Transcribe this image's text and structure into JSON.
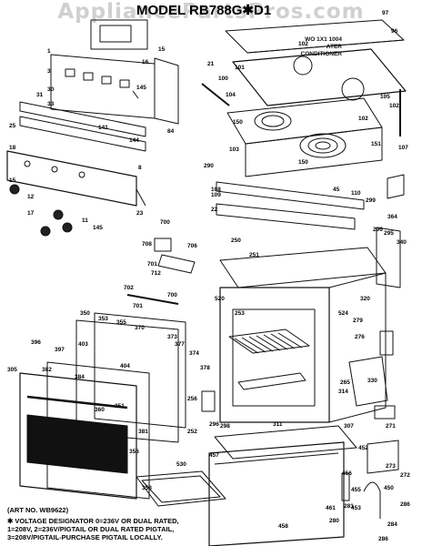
{
  "watermark": "AppliancePartsPros.com",
  "title": "MODEL RB788G✱D1",
  "conditioner_lines": [
    "WO 1X1 1004",
    "ATER",
    "CONDITIONER"
  ],
  "notes": {
    "art_no": "(ART NO. WB9622)",
    "line1": "✱ VOLTAGE DESIGNATOR 0=236V OR DUAL RATED,",
    "line2": "1=208V, 2=236V/PIGTAIL OR DUAL RATED PIGTAIL,",
    "line3": "3=208V/PIGTAIL-PURCHASE PIGTAIL LOCALLY."
  },
  "part_labels": [
    {
      "id": "l1",
      "text": "97"
    },
    {
      "id": "l2",
      "text": "96"
    },
    {
      "id": "l3",
      "text": "102"
    },
    {
      "id": "l4",
      "text": "101"
    },
    {
      "id": "l5",
      "text": "100"
    },
    {
      "id": "l6",
      "text": "104"
    },
    {
      "id": "l7",
      "text": "105"
    },
    {
      "id": "l8",
      "text": "102"
    },
    {
      "id": "l9",
      "text": "150"
    },
    {
      "id": "l10",
      "text": "102"
    },
    {
      "id": "l11",
      "text": "151"
    },
    {
      "id": "l12",
      "text": "103"
    },
    {
      "id": "l13",
      "text": "150"
    },
    {
      "id": "l14",
      "text": "107"
    },
    {
      "id": "l15",
      "text": "290"
    },
    {
      "id": "l16",
      "text": "108"
    },
    {
      "id": "l17",
      "text": "109"
    },
    {
      "id": "l18",
      "text": "45"
    },
    {
      "id": "l19",
      "text": "110"
    },
    {
      "id": "l20",
      "text": "299"
    },
    {
      "id": "l21",
      "text": "22"
    },
    {
      "id": "l22",
      "text": "364"
    },
    {
      "id": "l23",
      "text": "296"
    },
    {
      "id": "l24",
      "text": "295"
    },
    {
      "id": "l25",
      "text": "340"
    },
    {
      "id": "l26",
      "text": "250"
    },
    {
      "id": "l27",
      "text": "251"
    },
    {
      "id": "l28",
      "text": "21"
    },
    {
      "id": "l29",
      "text": "16"
    },
    {
      "id": "l30",
      "text": "15"
    },
    {
      "id": "l31",
      "text": "1"
    },
    {
      "id": "l32",
      "text": "3"
    },
    {
      "id": "l33",
      "text": "30"
    },
    {
      "id": "l34",
      "text": "31"
    },
    {
      "id": "l35",
      "text": "33"
    },
    {
      "id": "l36",
      "text": "145"
    },
    {
      "id": "l37",
      "text": "84"
    },
    {
      "id": "l38",
      "text": "141"
    },
    {
      "id": "l39",
      "text": "144"
    },
    {
      "id": "l40",
      "text": "8"
    },
    {
      "id": "l41",
      "text": "25"
    },
    {
      "id": "l42",
      "text": "18"
    },
    {
      "id": "l43",
      "text": "15"
    },
    {
      "id": "l44",
      "text": "12"
    },
    {
      "id": "l45",
      "text": "17"
    },
    {
      "id": "l46",
      "text": "11"
    },
    {
      "id": "l47",
      "text": "23"
    },
    {
      "id": "l48",
      "text": "145"
    },
    {
      "id": "l49",
      "text": "700"
    },
    {
      "id": "l50",
      "text": "708"
    },
    {
      "id": "l51",
      "text": "706"
    },
    {
      "id": "l52",
      "text": "701"
    },
    {
      "id": "l53",
      "text": "712"
    },
    {
      "id": "l54",
      "text": "702"
    },
    {
      "id": "l55",
      "text": "701"
    },
    {
      "id": "l56",
      "text": "700"
    },
    {
      "id": "l57",
      "text": "520"
    },
    {
      "id": "l58",
      "text": "253"
    },
    {
      "id": "l59",
      "text": "524"
    },
    {
      "id": "l60",
      "text": "279"
    },
    {
      "id": "l61",
      "text": "276"
    },
    {
      "id": "l62",
      "text": "350"
    },
    {
      "id": "l63",
      "text": "353"
    },
    {
      "id": "l64",
      "text": "355"
    },
    {
      "id": "l65",
      "text": "370"
    },
    {
      "id": "l66",
      "text": "373"
    },
    {
      "id": "l67",
      "text": "377"
    },
    {
      "id": "l68",
      "text": "396"
    },
    {
      "id": "l69",
      "text": "397"
    },
    {
      "id": "l70",
      "text": "403"
    },
    {
      "id": "l71",
      "text": "305"
    },
    {
      "id": "l72",
      "text": "382"
    },
    {
      "id": "l73",
      "text": "384"
    },
    {
      "id": "l74",
      "text": "404"
    },
    {
      "id": "l75",
      "text": "378"
    },
    {
      "id": "l76",
      "text": "374"
    },
    {
      "id": "l77",
      "text": "351"
    },
    {
      "id": "l78",
      "text": "360"
    },
    {
      "id": "l79",
      "text": "381"
    },
    {
      "id": "l80",
      "text": "256"
    },
    {
      "id": "l81",
      "text": "252"
    },
    {
      "id": "l82",
      "text": "296"
    },
    {
      "id": "l83",
      "text": "298"
    },
    {
      "id": "l84",
      "text": "311"
    },
    {
      "id": "l85",
      "text": "265"
    },
    {
      "id": "l86",
      "text": "314"
    },
    {
      "id": "l87",
      "text": "307"
    },
    {
      "id": "l88",
      "text": "271"
    },
    {
      "id": "l89",
      "text": "273"
    },
    {
      "id": "l90",
      "text": "356"
    },
    {
      "id": "l91",
      "text": "358"
    },
    {
      "id": "l92",
      "text": "530"
    },
    {
      "id": "l93",
      "text": "458"
    },
    {
      "id": "l94",
      "text": "457"
    },
    {
      "id": "l95",
      "text": "456"
    },
    {
      "id": "l96",
      "text": "452"
    },
    {
      "id": "l97",
      "text": "272"
    },
    {
      "id": "l98",
      "text": "455"
    },
    {
      "id": "l99",
      "text": "281"
    },
    {
      "id": "l100",
      "text": "453"
    },
    {
      "id": "l101",
      "text": "461"
    },
    {
      "id": "l102",
      "text": "280"
    },
    {
      "id": "l103",
      "text": "284"
    },
    {
      "id": "l104",
      "text": "286"
    },
    {
      "id": "l105",
      "text": "286"
    },
    {
      "id": "l106",
      "text": "450"
    },
    {
      "id": "l107",
      "text": "330"
    },
    {
      "id": "l108",
      "text": "320"
    }
  ]
}
